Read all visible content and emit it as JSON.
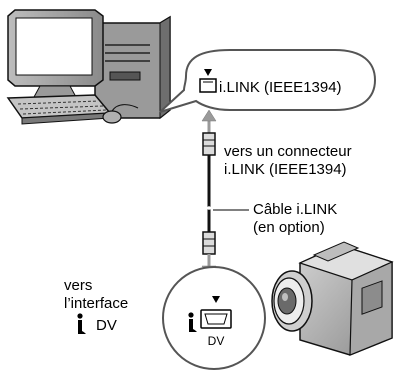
{
  "computer_port_label": "i.LINK (IEEE1394)",
  "connector_annotation": {
    "line1": "vers un connecteur",
    "line2": "i.LINK (IEEE1394)"
  },
  "cable_annotation": {
    "line1": "Câble i.LINK",
    "line2": "(en option)"
  },
  "camera_interface_annotation": {
    "line1": "vers",
    "line2": "l’interface",
    "line3": "DV"
  },
  "camera_port_label": "DV"
}
